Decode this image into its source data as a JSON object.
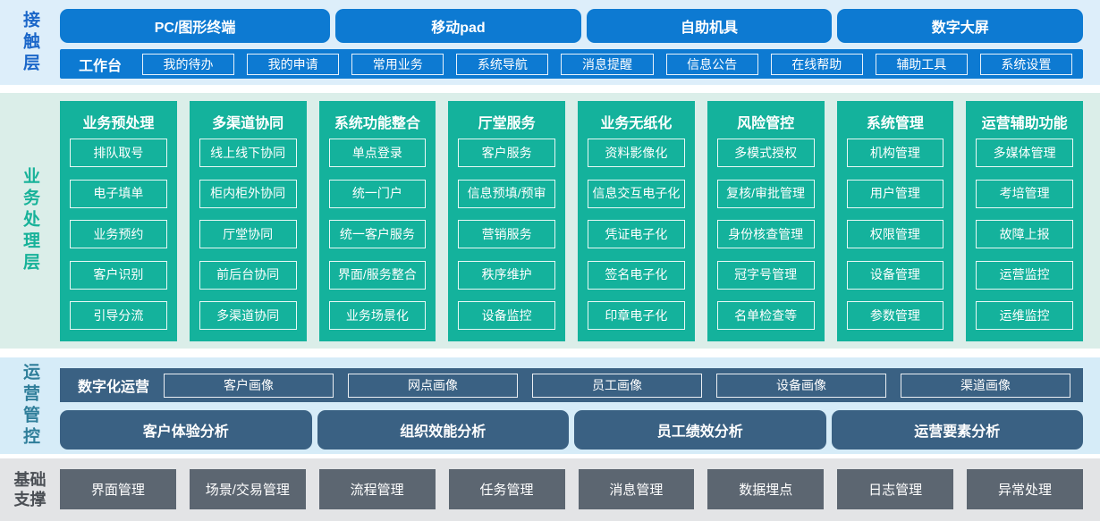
{
  "colors": {
    "contact_blue": "#0d7ad2",
    "contact_band_bg": "#ddeefa",
    "contact_label": "#1b67c9",
    "business_green": "#14b29c",
    "business_band_bg": "#dbeee9",
    "business_label": "#17b299",
    "ops_steel_blue": "#3a6183",
    "ops_band_bg": "#d6ecf8",
    "ops_label": "#2f7e9a",
    "foundation_gray": "#5c6671",
    "foundation_band_bg": "#e3e4e6",
    "foundation_label": "#4b4f55"
  },
  "layers": {
    "contact": {
      "label": "接触层",
      "terminals": [
        "PC/图形终端",
        "移动pad",
        "自助机具",
        "数字大屏"
      ],
      "workbench": {
        "label": "工作台",
        "items": [
          "我的待办",
          "我的申请",
          "常用业务",
          "系统导航",
          "消息提醒",
          "信息公告",
          "在线帮助",
          "辅助工具",
          "系统设置"
        ]
      }
    },
    "business": {
      "label": "业务处理层",
      "columns": [
        {
          "title": "业务预处理",
          "items": [
            "排队取号",
            "电子填单",
            "业务预约",
            "客户识别",
            "引导分流"
          ]
        },
        {
          "title": "多渠道协同",
          "items": [
            "线上线下协同",
            "柜内柜外协同",
            "厅堂协同",
            "前后台协同",
            "多渠道协同"
          ]
        },
        {
          "title": "系统功能整合",
          "items": [
            "单点登录",
            "统一门户",
            "统一客户服务",
            "界面/服务整合",
            "业务场景化"
          ]
        },
        {
          "title": "厅堂服务",
          "items": [
            "客户服务",
            "信息预填/预审",
            "营销服务",
            "秩序维护",
            "设备监控"
          ]
        },
        {
          "title": "业务无纸化",
          "items": [
            "资料影像化",
            "信息交互电子化",
            "凭证电子化",
            "签名电子化",
            "印章电子化"
          ]
        },
        {
          "title": "风险管控",
          "items": [
            "多模式授权",
            "复核/审批管理",
            "身份核查管理",
            "冠字号管理",
            "名单检查等"
          ]
        },
        {
          "title": "系统管理",
          "items": [
            "机构管理",
            "用户管理",
            "权限管理",
            "设备管理",
            "参数管理"
          ]
        },
        {
          "title": "运营辅助功能",
          "items": [
            "多媒体管理",
            "考培管理",
            "故障上报",
            "运营监控",
            "运维监控"
          ]
        }
      ]
    },
    "operations": {
      "label": "运营管控",
      "digital": {
        "label": "数字化运营",
        "items": [
          "客户画像",
          "网点画像",
          "员工画像",
          "设备画像",
          "渠道画像"
        ]
      },
      "analysis": [
        "客户体验分析",
        "组织效能分析",
        "员工绩效分析",
        "运营要素分析"
      ]
    },
    "foundation": {
      "label": "基础支撑",
      "items": [
        "界面管理",
        "场景/交易管理",
        "流程管理",
        "任务管理",
        "消息管理",
        "数据埋点",
        "日志管理",
        "异常处理"
      ]
    }
  }
}
